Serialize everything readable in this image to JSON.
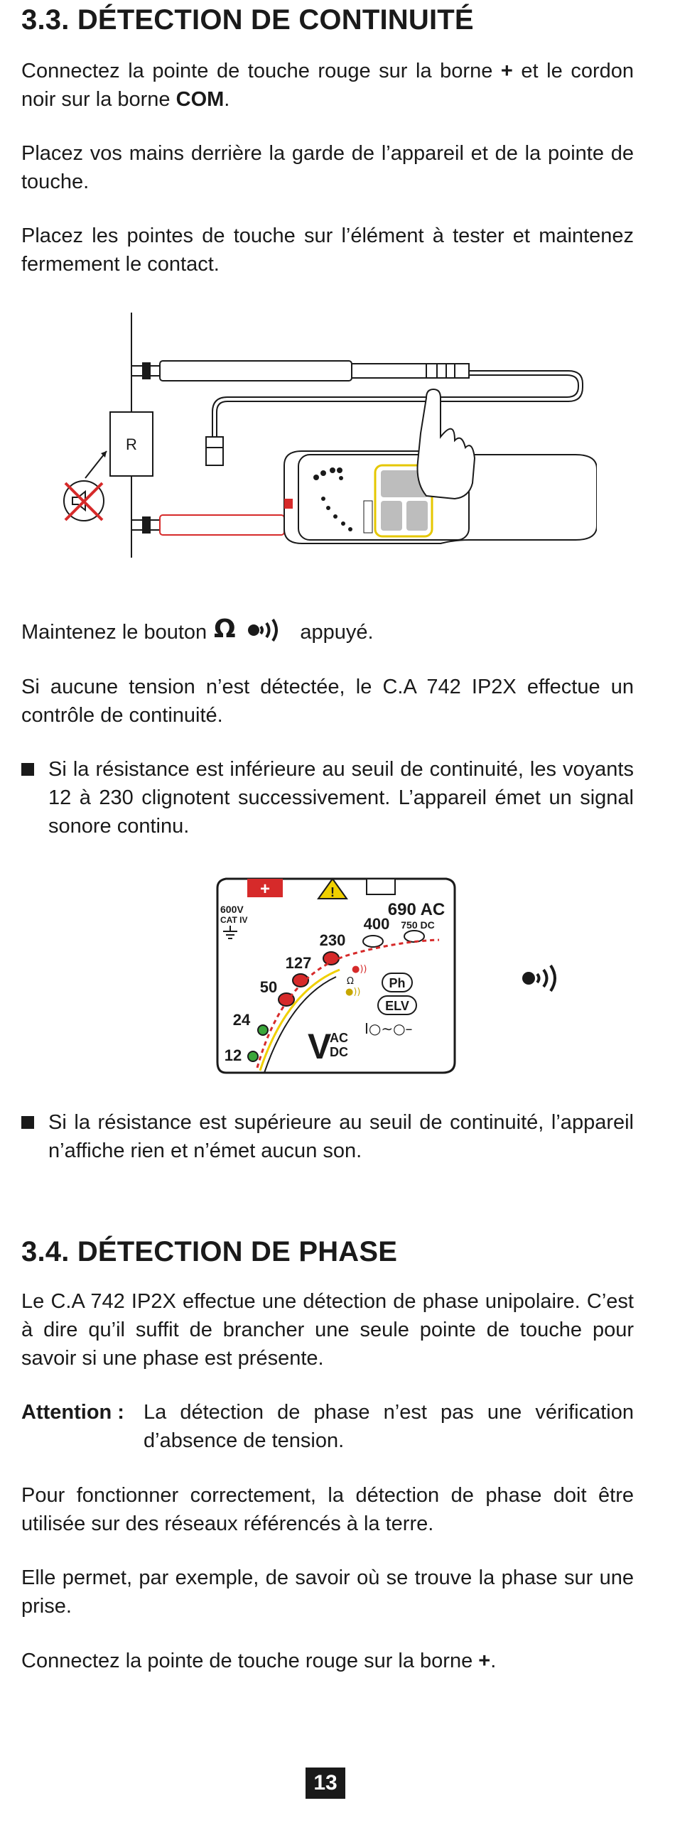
{
  "section_33": {
    "title": "3.3. DÉTECTION DE CONTINUITÉ",
    "p1_a": "Connectez la pointe de touche rouge sur la borne ",
    "p1_plus": "+",
    "p1_b": " et le cordon noir sur la borne ",
    "p1_com": "COM",
    "p1_c": ".",
    "p2": "Placez vos mains derrière la garde de l’appareil et de la pointe de touche.",
    "p3": "Placez les pointes de touche sur l’élément à tester et maintenez fermement le contact.",
    "p4_a": "Maintenez le bouton",
    "p4_b": "appuyé.",
    "p5": "Si aucune tension n’est détectée, le C.A 742 IP2X effectue un contrôle de continuité.",
    "bullet1": "Si la résistance est inférieure au seuil de continuité, les voyants 12 à 230 clignotent successivement. L’appareil émet un signal sonore continu.",
    "bullet2": "Si la résistance est supérieure au seuil de continuité, l’appareil n’affiche rien et n’émet aucun son."
  },
  "figure1": {
    "resistor_label": "R"
  },
  "figure2": {
    "cat_line1": "600V",
    "cat_line2": "CAT IV",
    "levels": [
      "12",
      "24",
      "50",
      "127",
      "230",
      "400"
    ],
    "ac_main": "690 AC",
    "dc_sub": "750 DC",
    "ph": "Ph",
    "elv": "ELV",
    "v_letter": "V",
    "v_ac": "AC",
    "v_dc": "DC",
    "plus_sign": "+"
  },
  "section_34": {
    "title": "3.4. DÉTECTION DE PHASE",
    "p1": "Le C.A 742 IP2X effectue une détection de phase unipolaire. C’est à dire qu’il suffit de brancher une seule pointe de touche pour savoir si une phase est présente.",
    "attention_label": "Attention :",
    "attention_text": "La détection de phase n’est pas une vérification d’absence de tension.",
    "p2": "Pour fonctionner correctement, la détection de phase doit être utilisée sur des réseaux référencés à la terre.",
    "p3": "Elle permet, par exemple, de savoir où se trouve la phase sur une prise.",
    "p4_a": "Connectez la pointe de touche rouge sur la borne ",
    "p4_plus": "+",
    "p4_b": "."
  },
  "page_number": "13",
  "colors": {
    "red": "#d62a2a",
    "yellow": "#f0d000",
    "green": "#3aa63a",
    "grey": "#bdbdbd",
    "text": "#1a1a1a"
  }
}
